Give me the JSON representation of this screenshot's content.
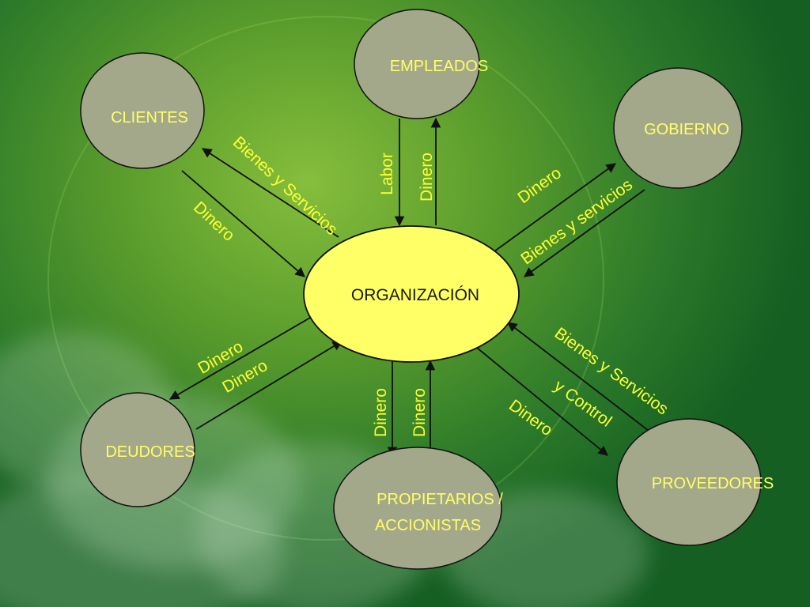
{
  "diagram": {
    "center": {
      "label": "ORGANIZACIÓN"
    },
    "nodes": {
      "empleados": {
        "label": "EMPLEADOS"
      },
      "clientes": {
        "label": "CLIENTES"
      },
      "gobierno": {
        "label": "GOBIERNO"
      },
      "deudores": {
        "label": "DEUDORES"
      },
      "proveedores": {
        "label": "PROVEEDORES"
      },
      "propietarios": {
        "label_line1": "PROPIETARIOS /",
        "label_line2": "ACCIONISTAS"
      }
    },
    "edges": {
      "clientes_bienes": "Bienes y Servicios",
      "clientes_dinero": "Dinero",
      "empleados_labor": "Labor",
      "empleados_dinero": "Dinero",
      "gobierno_dinero": "Dinero",
      "gobierno_bienes": "Bienes y servicios",
      "deudores_dinero_1": "Dinero",
      "deudores_dinero_2": "Dinero",
      "propietarios_dinero_1": "Dinero",
      "propietarios_dinero_2": "Dinero",
      "proveedores_bienes": "Bienes y Servicios",
      "proveedores_control": "y Control",
      "proveedores_dinero": "Dinero"
    },
    "colors": {
      "node_fill": "#a4a88a",
      "center_fill": "#ffff66",
      "node_text": "#ffff66",
      "edge_text": "#ffff33",
      "line": "#111111"
    }
  }
}
